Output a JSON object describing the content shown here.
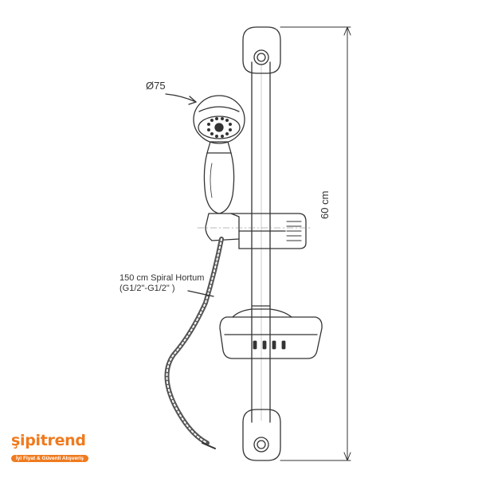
{
  "labels": {
    "diameter": "Ø75",
    "hose_line1": "150 cm Spiral Hortum",
    "hose_line2": "(G1/2\"-G1/2\" )",
    "height": "60 cm"
  },
  "logo": {
    "name": "şipitrend",
    "tagline": "İyi Fiyat & Güvenli Alışveriş",
    "color": "#f07a1e"
  },
  "colors": {
    "line": "#333333",
    "hose": "#555555"
  }
}
